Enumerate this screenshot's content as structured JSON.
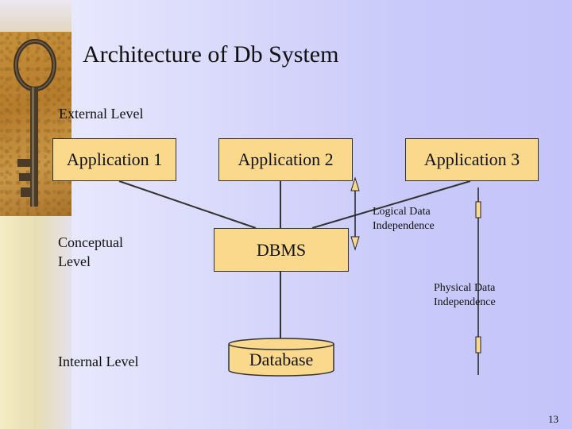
{
  "title": "Architecture of Db System",
  "levels": {
    "external": "External Level",
    "conceptual_line1": "Conceptual",
    "conceptual_line2": "Level",
    "internal": "Internal Level"
  },
  "applications": [
    "Application 1",
    "Application 2",
    "Application 3"
  ],
  "dbms": "DBMS",
  "database": "Database",
  "logical_independence": {
    "line1": "Logical Data",
    "line2": "Independence"
  },
  "physical_independence": {
    "line1": "Physical Data",
    "line2": "Independence"
  },
  "page_number": "13",
  "colors": {
    "box_fill": "#fbd98c",
    "background": "#c9c9fa",
    "line": "#333333"
  }
}
